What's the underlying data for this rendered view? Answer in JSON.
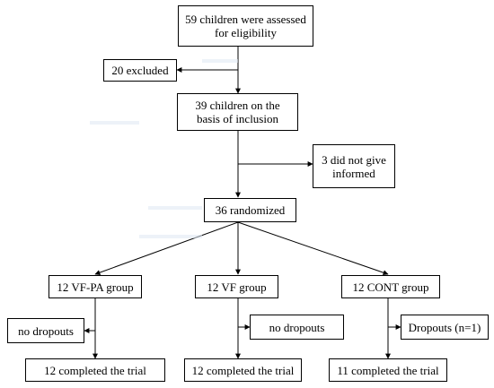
{
  "flowchart": {
    "assessed": {
      "line1": "59 children were assessed",
      "line2": "for eligibility"
    },
    "excluded": "20 excluded",
    "inclusion": {
      "line1": "39 children on the",
      "line2": "basis of inclusion"
    },
    "not_informed": {
      "line1": "3 did not give",
      "line2": "informed"
    },
    "randomized": "36 randomized",
    "groups": [
      {
        "name": "12 VF-PA group",
        "dropouts": "no dropouts",
        "completed": "12 completed the trial"
      },
      {
        "name": "12 VF group",
        "dropouts": "no dropouts",
        "completed": "12 completed the trial"
      },
      {
        "name": "12 CONT group",
        "dropouts": "Dropouts (n=1)",
        "completed": "11 completed the trial"
      }
    ]
  },
  "colors": {
    "line": "#000000",
    "box_border": "#000000",
    "background": "#ffffff"
  }
}
